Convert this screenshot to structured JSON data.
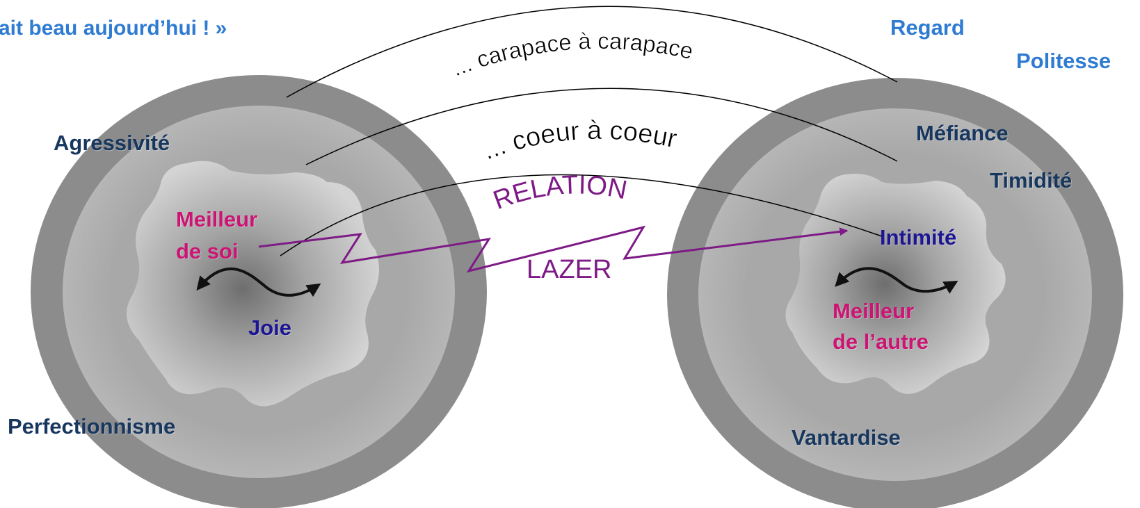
{
  "quote": "ait beau aujourd’hui ! »",
  "top_right": {
    "regard": "Regard",
    "politesse": "Politesse"
  },
  "left_person": {
    "aggression": "Agressivité",
    "perfection": "Perfectionnisme",
    "best_self_line1": "Meilleur",
    "best_self_line2": "de soi",
    "joy": "Joie"
  },
  "right_person": {
    "distrust": "Méfiance",
    "shyness": "Timidité",
    "intimacy": "Intimité",
    "best_other_line1": "Meilleur",
    "best_other_line2": "de l’autre",
    "boasting": "Vantardise"
  },
  "arcs": {
    "shell_to_shell": "... carapace à carapace",
    "heart_to_heart": "... coeur à coeur",
    "relation": "RELATION",
    "laser": "LAZER"
  },
  "colors": {
    "outer_ring": "#8c8c8c",
    "middle_ring": "#a9a9a9",
    "core_blob": "#cdcdcd",
    "laser": "#7e1a86",
    "blue_light": "#2f7bd2",
    "navy": "#17375e",
    "indigo": "#1d1693",
    "magenta": "#cc1474"
  }
}
